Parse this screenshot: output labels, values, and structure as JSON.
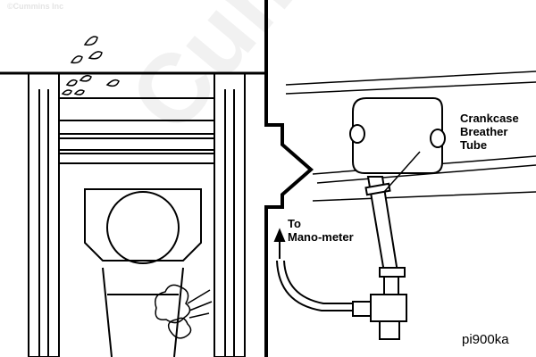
{
  "watermark": "Cummins",
  "copyright": "©Cummins Inc",
  "labels": {
    "breather": [
      "Crankcase",
      "Breather",
      "Tube"
    ],
    "manometer": [
      "To",
      "Mano-meter"
    ]
  },
  "figure_code": "pi900ka"
}
